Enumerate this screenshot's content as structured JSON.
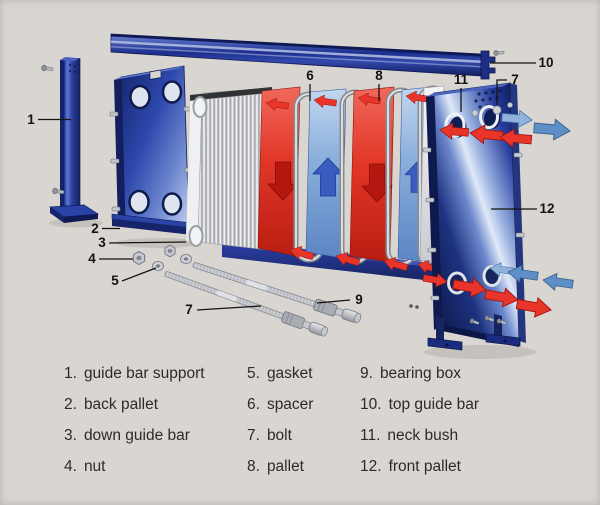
{
  "colors": {
    "background": "#d9d5d0",
    "part_blue": "#1f3490",
    "part_blue_dark": "#101d5e",
    "sheen_blue": "#dfe9f8",
    "arrow_red": "#e8352a",
    "arrow_blue": "#5e8fc7",
    "plate_silver": "#c4c6c9",
    "text": "#2e2b27"
  },
  "callouts": [
    {
      "num": "1"
    },
    {
      "num": "2"
    },
    {
      "num": "3"
    },
    {
      "num": "4"
    },
    {
      "num": "5"
    },
    {
      "num": "6"
    },
    {
      "num": "7"
    },
    {
      "num": "8"
    },
    {
      "num": "9"
    },
    {
      "num": "10"
    },
    {
      "num": "11"
    },
    {
      "num": "12"
    },
    {
      "num": "7"
    }
  ],
  "legend": {
    "items": [
      {
        "num": "1.",
        "label": "guide bar support"
      },
      {
        "num": "2.",
        "label": "back pallet"
      },
      {
        "num": "3.",
        "label": "down guide bar"
      },
      {
        "num": "4.",
        "label": "nut"
      },
      {
        "num": "5.",
        "label": "gasket"
      },
      {
        "num": "6.",
        "label": "spacer"
      },
      {
        "num": "7.",
        "label": "bolt"
      },
      {
        "num": "8.",
        "label": "pallet"
      },
      {
        "num": "9.",
        "label": "bearing box"
      },
      {
        "num": "10.",
        "label": "top guide bar"
      },
      {
        "num": "11.",
        "label": "neck bush"
      },
      {
        "num": "12.",
        "label": "front pallet"
      }
    ]
  }
}
